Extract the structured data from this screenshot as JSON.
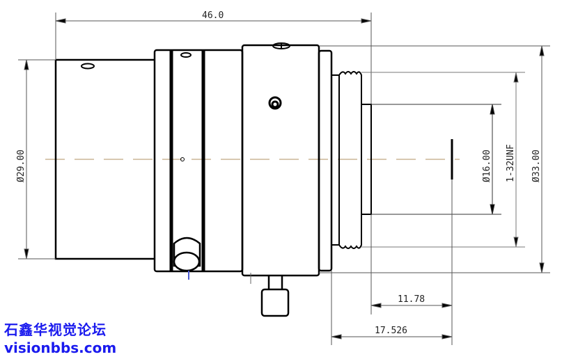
{
  "drawing": {
    "title": "Lens outline drawing (side view)",
    "centerline_color": "#d8c8b0",
    "line_color": "#000000",
    "dim_line_color": "#555555",
    "accent_line_color": "#4a5ad0",
    "dimensions": {
      "overall_length": "46.0",
      "rear_body_diameter": "Ø29.00",
      "mount_inner_diameter": "Ø16.00",
      "mount_thread": "1-32UNF",
      "front_body_diameter": "Ø33.00",
      "flange_to_image": "11.78",
      "flange_back": "17.526"
    }
  },
  "watermark": {
    "name": "石鑫华视觉论坛",
    "url": "visionbbs.com",
    "color": "#1a1aee"
  }
}
